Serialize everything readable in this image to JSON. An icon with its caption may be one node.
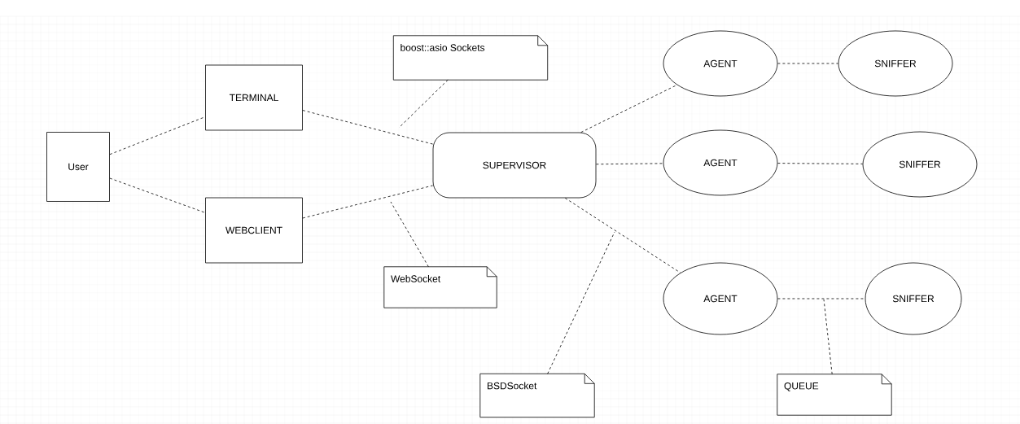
{
  "diagram": {
    "nodes": [
      {
        "text": [
          "User"
        ]
      },
      {
        "text": [
          "TERMINAL"
        ]
      },
      {
        "text": [
          "WEBCLIENT"
        ]
      },
      {
        "text": [
          "boost::asio Sockets"
        ]
      },
      {
        "text": [
          "SUPERVISOR"
        ]
      },
      {
        "text": [
          "WebSocket"
        ]
      },
      {
        "text": [
          "AGENT"
        ]
      },
      {
        "text": [
          "SNIFFER"
        ]
      },
      {
        "text": [
          "AGENT"
        ]
      },
      {
        "text": [
          "SNIFFER"
        ]
      },
      {
        "text": [
          "AGENT"
        ]
      },
      {
        "text": [
          "SNIFFER"
        ]
      },
      {
        "text": [
          "BSDSocket"
        ]
      },
      {
        "text": [
          "QUEUE"
        ]
      }
    ],
    "edges": [
      {
        "from": 0,
        "to": 1,
        "arrow": "none",
        "style": "dashed"
      },
      {
        "from": 0,
        "to": 2,
        "arrow": "none",
        "style": "dashed"
      },
      {
        "from": 1,
        "to": 4,
        "arrow": "none",
        "style": "dashed"
      },
      {
        "from": 2,
        "to": 4,
        "arrow": "none",
        "style": "dashed"
      },
      {
        "from": 3,
        "to": null,
        "arrow": "none",
        "style": "dashed"
      },
      {
        "from": 5,
        "to": null,
        "arrow": "none",
        "style": "dashed"
      },
      {
        "from": 4,
        "to": 6,
        "arrow": "none",
        "style": "dashed"
      },
      {
        "from": 4,
        "to": 8,
        "arrow": "none",
        "style": "dashed"
      },
      {
        "from": 4,
        "to": 10,
        "arrow": "none",
        "style": "dashed"
      },
      {
        "from": 6,
        "to": 7,
        "arrow": "none",
        "style": "dashed"
      },
      {
        "from": 8,
        "to": 9,
        "arrow": "none",
        "style": "dashed"
      },
      {
        "from": 10,
        "to": 11,
        "arrow": "none",
        "style": "dashed"
      },
      {
        "from": 12,
        "to": null,
        "arrow": "none",
        "style": "dashed"
      },
      {
        "from": 13,
        "to": null,
        "arrow": "none",
        "style": "dashed"
      }
    ]
  }
}
